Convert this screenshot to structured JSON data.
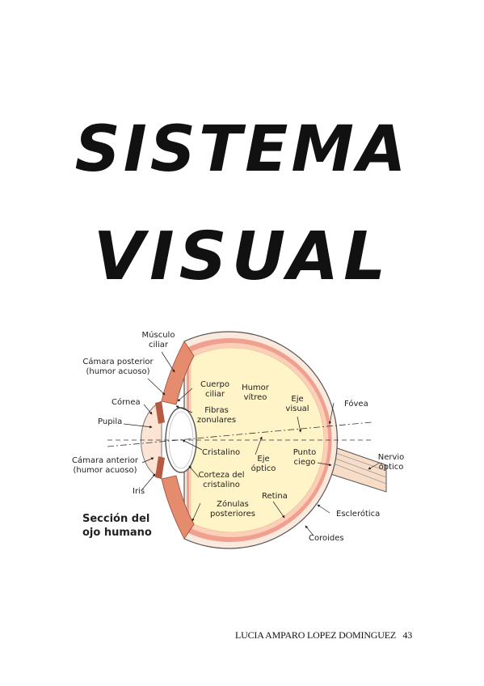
{
  "title": {
    "line1": "SISTEMA",
    "line2": "VISUAL"
  },
  "diagram": {
    "caption": [
      "Sección del",
      "ojo humano"
    ],
    "labels": {
      "musculo": [
        "Músculo",
        "ciliar"
      ],
      "camara_posterior": [
        "Cámara posterior",
        "(humor acuoso)"
      ],
      "cornea": "Córnea",
      "pupila": "Pupila",
      "camara_anterior": [
        "Cámara anterior",
        "(humor acuoso)"
      ],
      "iris": "Iris",
      "cuerpo": [
        "Cuerpo",
        "ciliar"
      ],
      "fibras": [
        "Fibras",
        "zonulares"
      ],
      "cristalino": "Cristalino",
      "corteza": [
        "Corteza del",
        "cristalino"
      ],
      "zonulas": [
        "Zónulas",
        "posteriores"
      ],
      "humor": [
        "Humor",
        "vítreo"
      ],
      "eje_visual": [
        "Eje",
        "visual"
      ],
      "eje_optico": [
        "Eje",
        "óptico"
      ],
      "punto": [
        "Punto",
        "ciego"
      ],
      "retina": "Retina",
      "fovea": "Fóvea",
      "nervio": [
        "Nervio",
        "óptico"
      ],
      "esclerotica": "Esclerótica",
      "coroides": "Coroides"
    }
  },
  "footer": {
    "author": "LUCIA AMPARO LOPEZ DOMINGUEZ",
    "page": "43"
  }
}
